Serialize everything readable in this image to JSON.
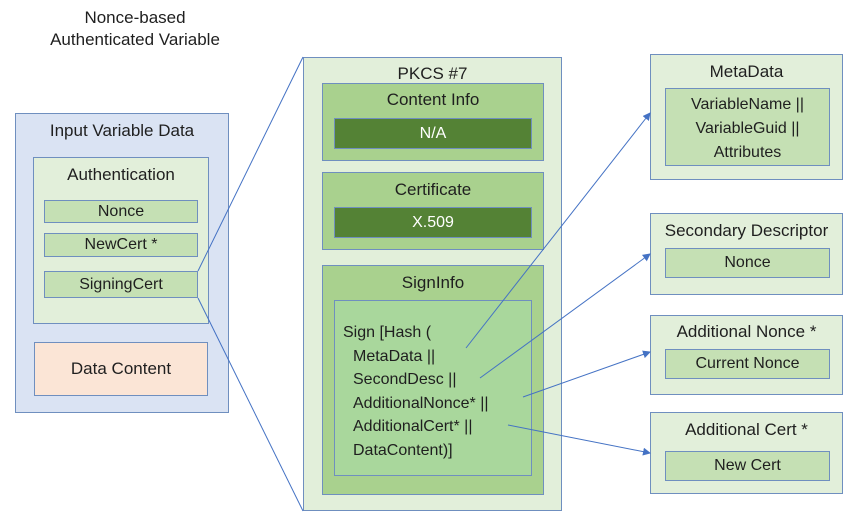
{
  "caption": {
    "line1": "Nonce-based",
    "line2": "Authenticated Variable"
  },
  "input_panel": {
    "title": "Input Variable Data",
    "authentication": {
      "title": "Authentication",
      "items": [
        "Nonce",
        "NewCert *",
        "SigningCert"
      ]
    },
    "data_content": "Data Content"
  },
  "pkcs": {
    "title": "PKCS #7",
    "content_info": {
      "title": "Content Info",
      "value": "N/A"
    },
    "certificate": {
      "title": "Certificate",
      "value": "X.509"
    },
    "signinfo": {
      "title": "SignInfo",
      "lines": [
        "Sign [Hash (",
        "MetaData ||",
        "SecondDesc ||",
        "AdditionalNonce* ||",
        "AdditionalCert* ||",
        "DataContent)]"
      ]
    }
  },
  "right": {
    "metadata": {
      "title": "MetaData",
      "lines": [
        "VariableName ||",
        "VariableGuid ||",
        "Attributes"
      ]
    },
    "secondary": {
      "title": "Secondary Descriptor",
      "value": "Nonce"
    },
    "add_nonce": {
      "title": "Additional Nonce *",
      "value": "Current Nonce"
    },
    "add_cert": {
      "title": "Additional Cert *",
      "value": "New Cert"
    }
  },
  "colors": {
    "line": "#4472c4",
    "dark_green": "#548235",
    "mid_green": "#a9d18e",
    "light_green": "#c5e0b4",
    "pale_green": "#e2efda",
    "pale_blue": "#dae3f3",
    "peach": "#fbe5d6"
  }
}
